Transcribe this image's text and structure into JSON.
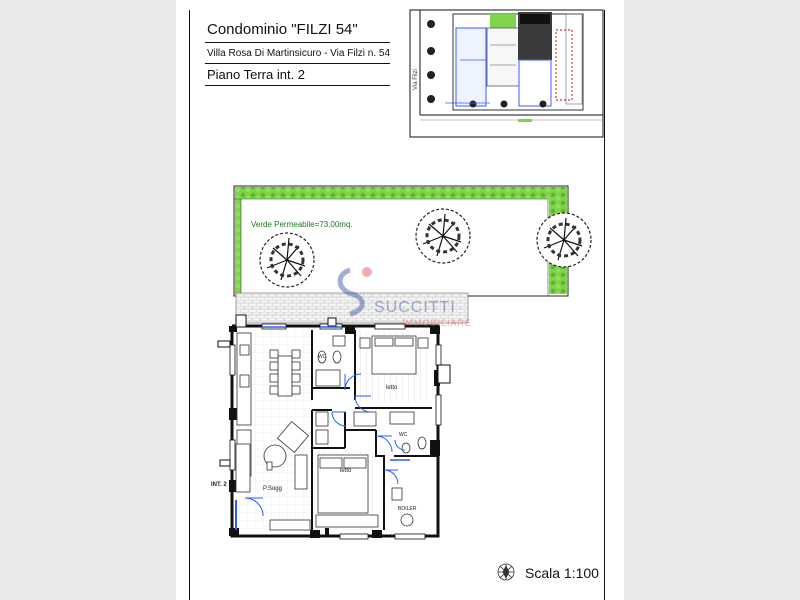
{
  "header": {
    "title": "Condominio \"FILZI 54\"",
    "address": "Villa Rosa Di Martinsicuro - Via Filzi n. 54",
    "floor": "Piano Terra int. 2"
  },
  "keyplan": {
    "street_label": "Via Filzi"
  },
  "plan": {
    "green_label": "Verde Permeabile=73,00mq.",
    "rooms": {
      "wc1": "WC",
      "bed1": "letto",
      "wc2": "WC",
      "bed2": "letto",
      "living": "P.Sogg",
      "boiler": "BOILER",
      "unit": "INT. 2"
    }
  },
  "watermark": {
    "brand": "SUCCITTI",
    "sub": "IMMOBILIARE"
  },
  "footer": {
    "scale": "Scala 1:100"
  },
  "colors": {
    "grass": "#6fce3a",
    "door_blue": "#2a5cff",
    "watermark_blue": "#2d4f9e",
    "watermark_red": "#e04a4a"
  }
}
